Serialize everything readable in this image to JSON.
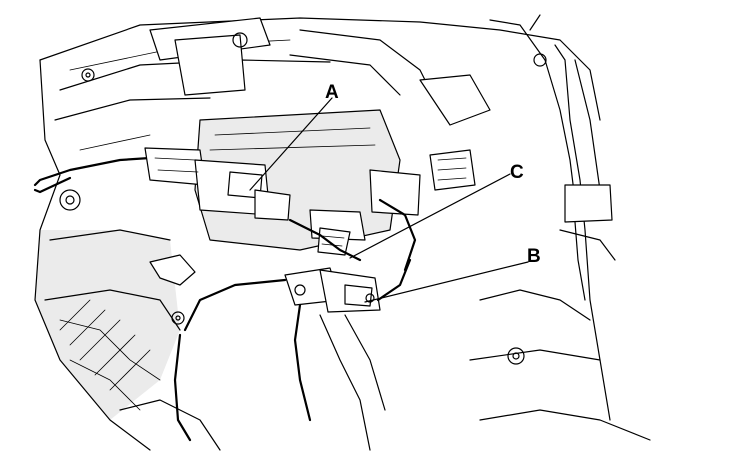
{
  "diagram": {
    "callouts": {
      "a": "A",
      "b": "B",
      "c": "C"
    },
    "colors": {
      "ink": "#000000",
      "paper": "#ffffff"
    }
  }
}
